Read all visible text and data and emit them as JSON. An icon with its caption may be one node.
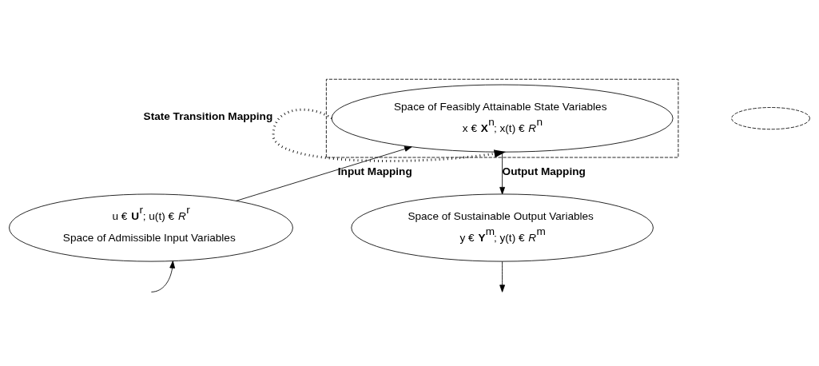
{
  "diagram": {
    "nodes": [
      {
        "text": [],
        "shape": "box"
      },
      {
        "text": [
          "Space of Feasibly Attainable State Variables",
          "x € **X**$^{n}$; x(t) € *R*$^{n}$"
        ],
        "in": 0
      },
      {
        "text": [],
        "shape": "ellipse"
      },
      {
        "text": [
          "u € **U**$^{r}$; u(t) € *R*$^{r}$",
          "Space of Admissible Input Variables"
        ]
      },
      {
        "text": [
          "Space of Sustainable Output Variables",
          "y € **Y**$^{m}$; y(t) € *R*$^{m}$"
        ]
      }
    ],
    "edges": [
      {
        "from": null,
        "to": 3,
        "arrow": "to"
      },
      {
        "from": 3,
        "to": 1,
        "arrow": "to",
        "label": "Input Mapping"
      },
      {
        "from": 1,
        "to": 1,
        "arrow": "to",
        "style": "dashed",
        "label": "State Transition Mapping"
      },
      {
        "from": 1,
        "to": 4,
        "arrow": "to",
        "label": "Output Mapping"
      },
      {
        "from": 4,
        "to": null,
        "arrow": "to"
      }
    ]
  }
}
